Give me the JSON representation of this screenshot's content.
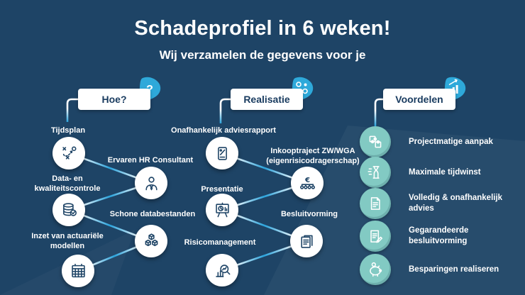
{
  "title": "Schadeprofiel in 6 weken!",
  "subtitle": "Wij verzamelen de gegevens voor je",
  "colors": {
    "background": "#1E4466",
    "badge_blue": "#2EA9DA",
    "connector_blue": "#2AA3DC",
    "teal_circle": "#82CAC3",
    "white": "#FFFFFF",
    "navy_text": "#1A3C60"
  },
  "columns": {
    "hoe": {
      "header": "Hoe?",
      "badge_icon": "question-mark-icon",
      "nodes": [
        {
          "label": "Tijdsplan",
          "icon": "strategy-icon"
        },
        {
          "label": "Ervaren HR Consultant",
          "icon": "hr-consultant-icon"
        },
        {
          "label": "Data- en kwaliteitscontrole",
          "icon": "database-check-icon"
        },
        {
          "label": "Schone databestanden",
          "icon": "cubes-icon"
        },
        {
          "label": "Inzet van actuariële modellen",
          "icon": "actuarial-table-icon"
        }
      ]
    },
    "realisatie": {
      "header": "Realisatie",
      "badge_icon": "process-icon",
      "nodes": [
        {
          "label": "Onafhankelijk adviesrapport",
          "icon": "advice-report-icon"
        },
        {
          "label": "Inkooptraject ZW/WGA (eigenrisicodragerschap)",
          "icon": "procurement-icon"
        },
        {
          "label": "Presentatie",
          "icon": "presentation-icon"
        },
        {
          "label": "Besluitvorming",
          "icon": "decision-document-icon"
        },
        {
          "label": "Risicomanagement",
          "icon": "risk-analysis-icon"
        }
      ]
    },
    "voordelen": {
      "header": "Voordelen",
      "badge_icon": "growth-chart-icon",
      "benefits": [
        {
          "label": "Projectmatige aanpak",
          "icon": "puzzle-icon"
        },
        {
          "label": "Maximale tijdwinst",
          "icon": "time-gain-icon"
        },
        {
          "label": "Volledig & onafhankelijk advies",
          "icon": "advice-document-icon"
        },
        {
          "label": "Gegarandeerde besluitvorming",
          "icon": "signed-document-icon"
        },
        {
          "label": "Besparingen realiseren",
          "icon": "piggy-bank-icon"
        }
      ]
    }
  }
}
